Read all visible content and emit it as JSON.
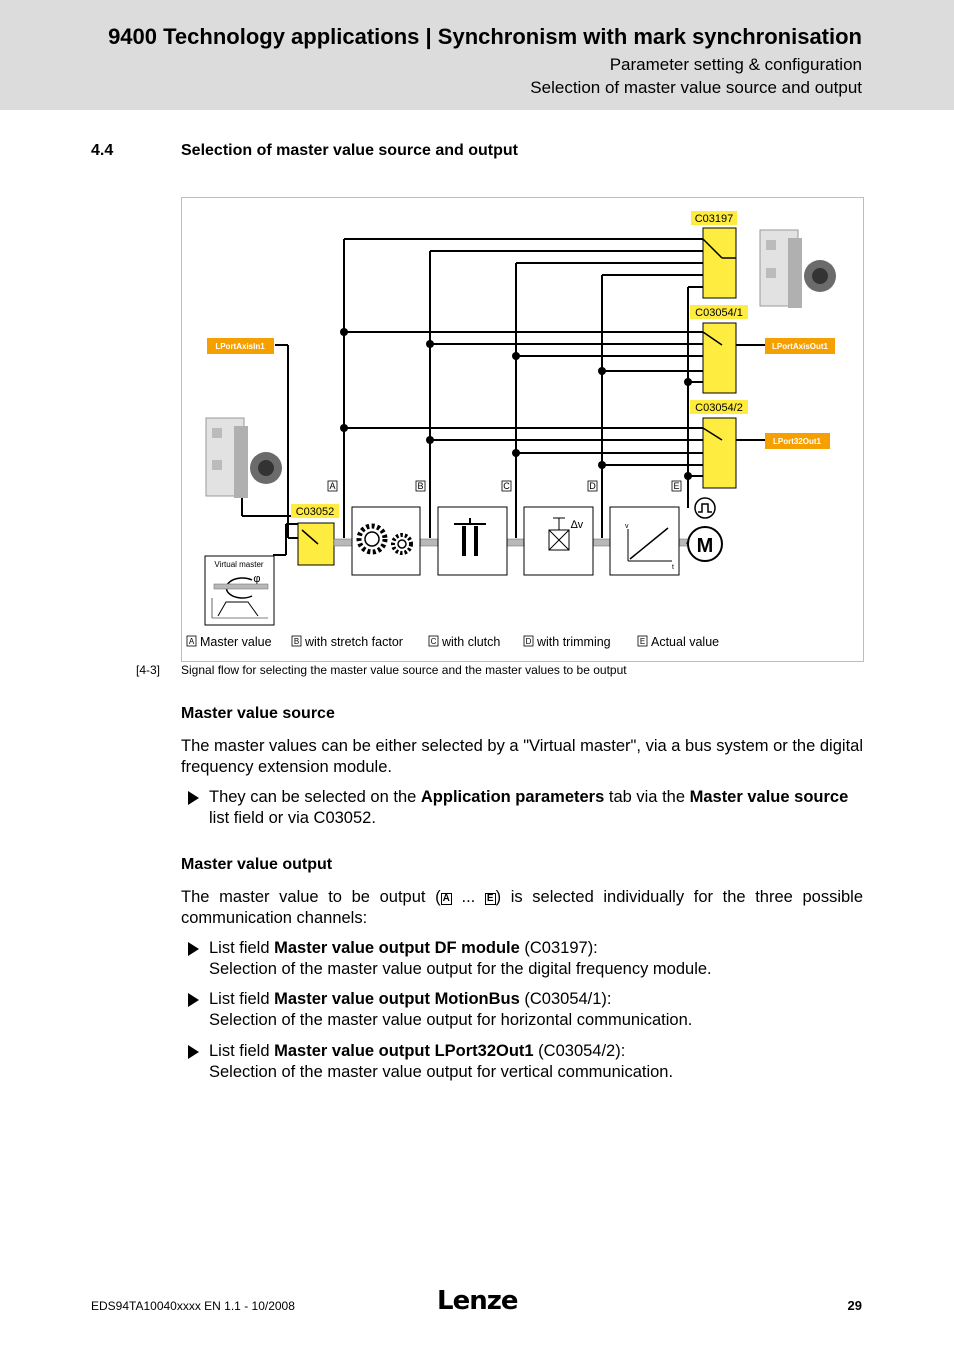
{
  "header": {
    "title": "9400 Technology applications | Synchronism with mark synchronisation",
    "subtitle1": "Parameter setting & configuration",
    "subtitle2": "Selection of master value source and output"
  },
  "section": {
    "number": "4.4",
    "title": "Selection of master value source and output"
  },
  "figure": {
    "codes": {
      "c03197": "C03197",
      "c03054_1": "C03054/1",
      "c03054_2": "C03054/2",
      "c03052": "C03052"
    },
    "ports": {
      "in1": "LPortAxisIn1",
      "out1": "LPortAxisOut1",
      "out32": "LPort32Out1"
    },
    "markers": [
      "A",
      "B",
      "C",
      "D",
      "E"
    ],
    "virtual_master": "Virtual master",
    "phi": "φ",
    "delta_v": "∆v",
    "ramp_v": "v",
    "ramp_t": "t",
    "motor": "M",
    "legend": [
      {
        "key": "A",
        "text": "Master value"
      },
      {
        "key": "B",
        "text": "with stretch factor"
      },
      {
        "key": "C",
        "text": "with clutch"
      },
      {
        "key": "D",
        "text": "with trimming"
      },
      {
        "key": "E",
        "text": "Actual value"
      }
    ]
  },
  "caption": {
    "number": "[4-3]",
    "text": "Signal flow for selecting the master value source and the master values to be output"
  },
  "source": {
    "heading": "Master value source",
    "paragraph": "The master values can be either selected by a \"Virtual master\", via a bus system or the digital frequency extension module.",
    "b1_pre": "They can be selected on the ",
    "b1_bold1": "Application parameters",
    "b1_mid": " tab via the ",
    "b1_bold2": "Master value source",
    "b1_post": " list field or via C03052."
  },
  "output": {
    "heading": "Master value output",
    "p_pre": "The master value to be output (",
    "p_a": "A",
    "p_dots": " ... ",
    "p_e": "E",
    "p_post": ") is selected individually for the three possible communication channels:",
    "bullets": [
      {
        "pre": "List field ",
        "bold": "Master value output DF module",
        "post": " (C03197):",
        "line2": "Selection of the master value output for the digital frequency module."
      },
      {
        "pre": "List field ",
        "bold": "Master value output MotionBus",
        "post": " (C03054/1):",
        "line2": "Selection of the master value output for horizontal communication."
      },
      {
        "pre": "List field ",
        "bold": "Master value output LPort32Out1",
        "post": " (C03054/2):",
        "line2": "Selection of the master value output for vertical communication."
      }
    ]
  },
  "footer": {
    "doc": "EDS94TA10040xxxx EN 1.1 - 10/2008",
    "logo": "Lenze",
    "page": "29"
  }
}
